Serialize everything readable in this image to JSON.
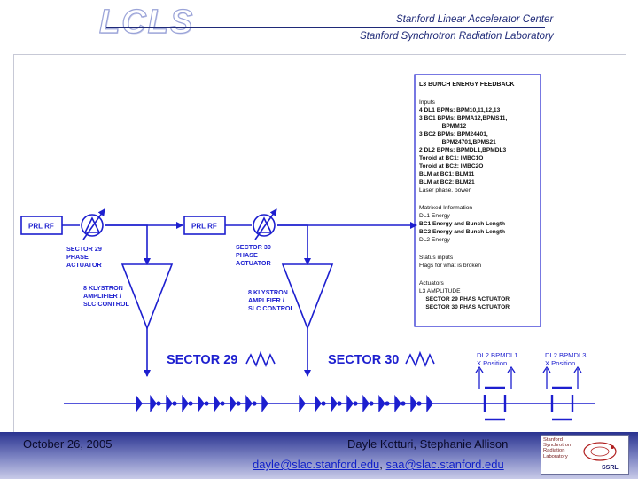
{
  "header": {
    "logo": "LCLS",
    "org_line1": "Stanford Linear Accelerator Center",
    "org_line2": "Stanford Synchrotron Radiation Laboratory"
  },
  "diagram": {
    "prl_rf_left": "PRL RF",
    "prl_rf_right": "PRL RF",
    "phase_actuator_29": [
      "SECTOR 29",
      "PHASE",
      "ACTUATOR"
    ],
    "phase_actuator_30": [
      "SECTOR 30",
      "PHASE",
      "ACTUATOR"
    ],
    "klystron_29": [
      "8 KLYSTRON",
      "AMPLIFIER /",
      "SLC CONTROL"
    ],
    "klystron_30": [
      "8 KLYSTRON",
      "AMPLFIER /",
      "SLC CONTROL"
    ],
    "sector_29": "SECTOR 29",
    "sector_30": "SECTOR 30",
    "dl2_a": [
      "DL2 BPMDL1",
      "X Position"
    ],
    "dl2_b": [
      "DL2 BPMDL3",
      "X Position"
    ]
  },
  "info_box": {
    "title": "L3 BUNCH ENERGY FEEDBACK",
    "inputs_heading": "Inputs",
    "inputs": [
      "4 DL1 BPMs: BPM10,11,12,13",
      "3 BC1 BPMs: BPMA12,BPMS11,",
      "              BPMM12",
      "3 BC2 BPMs: BPM24401,",
      "              BPM24701,BPMS21",
      "2 DL2 BPMs: BPMDL1,BPMDL3",
      "Toroid at BC1: IMBC1O",
      "Toroid at BC2: IMBC2O",
      "BLM at BC1: BLM11",
      "BLM at BC2: BLM21",
      "Laser phase, power"
    ],
    "matrixed_heading": "Matrixed Information",
    "matrixed": [
      "DL1 Energy",
      "BC1 Energy and Bunch Length",
      "BC2 Energy and Bunch Length",
      "DL2 Energy"
    ],
    "status_heading": "Status inputs",
    "status": [
      "Flags for what is broken"
    ],
    "actuators_heading": "Actuators",
    "actuators": [
      "L3 AMPLITUDE",
      "    SECTOR 29 PHAS ACTUATOR",
      "    SECTOR 30 PHAS ACTUATOR"
    ]
  },
  "footer": {
    "date": "October 26, 2005",
    "authors": "Dayle Kotturi, Stephanie Allison",
    "email_1": "dayle@slac.stanford.edu",
    "separator": ", ",
    "email_2": "saa@slac.stanford.edu"
  },
  "ssrl_logo": {
    "lines": [
      "Stanford",
      "Synchrotron",
      "Radiation",
      "Laboratory"
    ],
    "mark": "SSRL"
  },
  "colors": {
    "diagram_blue": "#1d1fcf",
    "footer_top": "#2a3390",
    "header_navy": "#1f2a78"
  }
}
